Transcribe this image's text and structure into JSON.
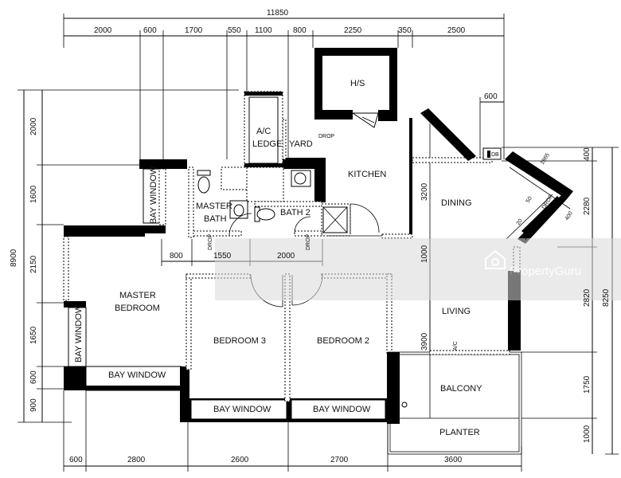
{
  "watermark": {
    "brand": "PropertyGuru"
  },
  "dimensions": {
    "overall_top": "11850",
    "top": [
      "2000",
      "600",
      "1700",
      "550",
      "1100",
      "800",
      "2250",
      "350",
      "2500"
    ],
    "right_top_small": "600",
    "inner": [
      "800",
      "1550",
      "2000"
    ],
    "bottom": [
      "600",
      "2800",
      "2600",
      "2700",
      "3600"
    ],
    "left_total": "8900",
    "left": [
      "2000",
      "1600",
      "2150",
      "1650",
      "600",
      "900"
    ],
    "right_total": "8250",
    "right": [
      "400",
      "2280",
      "2820",
      "1750",
      "1000"
    ],
    "interior": [
      "3200",
      "1000",
      "3900"
    ],
    "diag": [
      "1865",
      "50",
      "400",
      "1495",
      "20"
    ]
  },
  "rooms": {
    "hs": "H/S",
    "ac_ledge_1": "A/C",
    "ac_ledge_2": "LEDGE",
    "yard": "YARD",
    "kitchen": "KITCHEN",
    "dining": "DINING",
    "bay_window_vertical_top": "BAY WINDOW",
    "master_bath_1": "MASTER",
    "master_bath_2": "BATH",
    "bath2": "BATH 2",
    "master_bedroom_1": "MASTER",
    "master_bedroom_2": "BEDROOM",
    "bedroom3": "BEDROOM 3",
    "bedroom2": "BEDROOM 2",
    "living": "LIVING",
    "balcony": "BALCONY",
    "planter": "PLANTER",
    "bay_window_left_vertical": "BAY WINDOW",
    "bay_window_left_horizontal": "BAY WINDOW",
    "bay_window_bedroom3": "BAY WINDOW",
    "bay_window_bedroom2": "BAY WINDOW"
  },
  "labels": {
    "drop": "DROP",
    "db": "DB",
    "ac_small": "A/C"
  }
}
